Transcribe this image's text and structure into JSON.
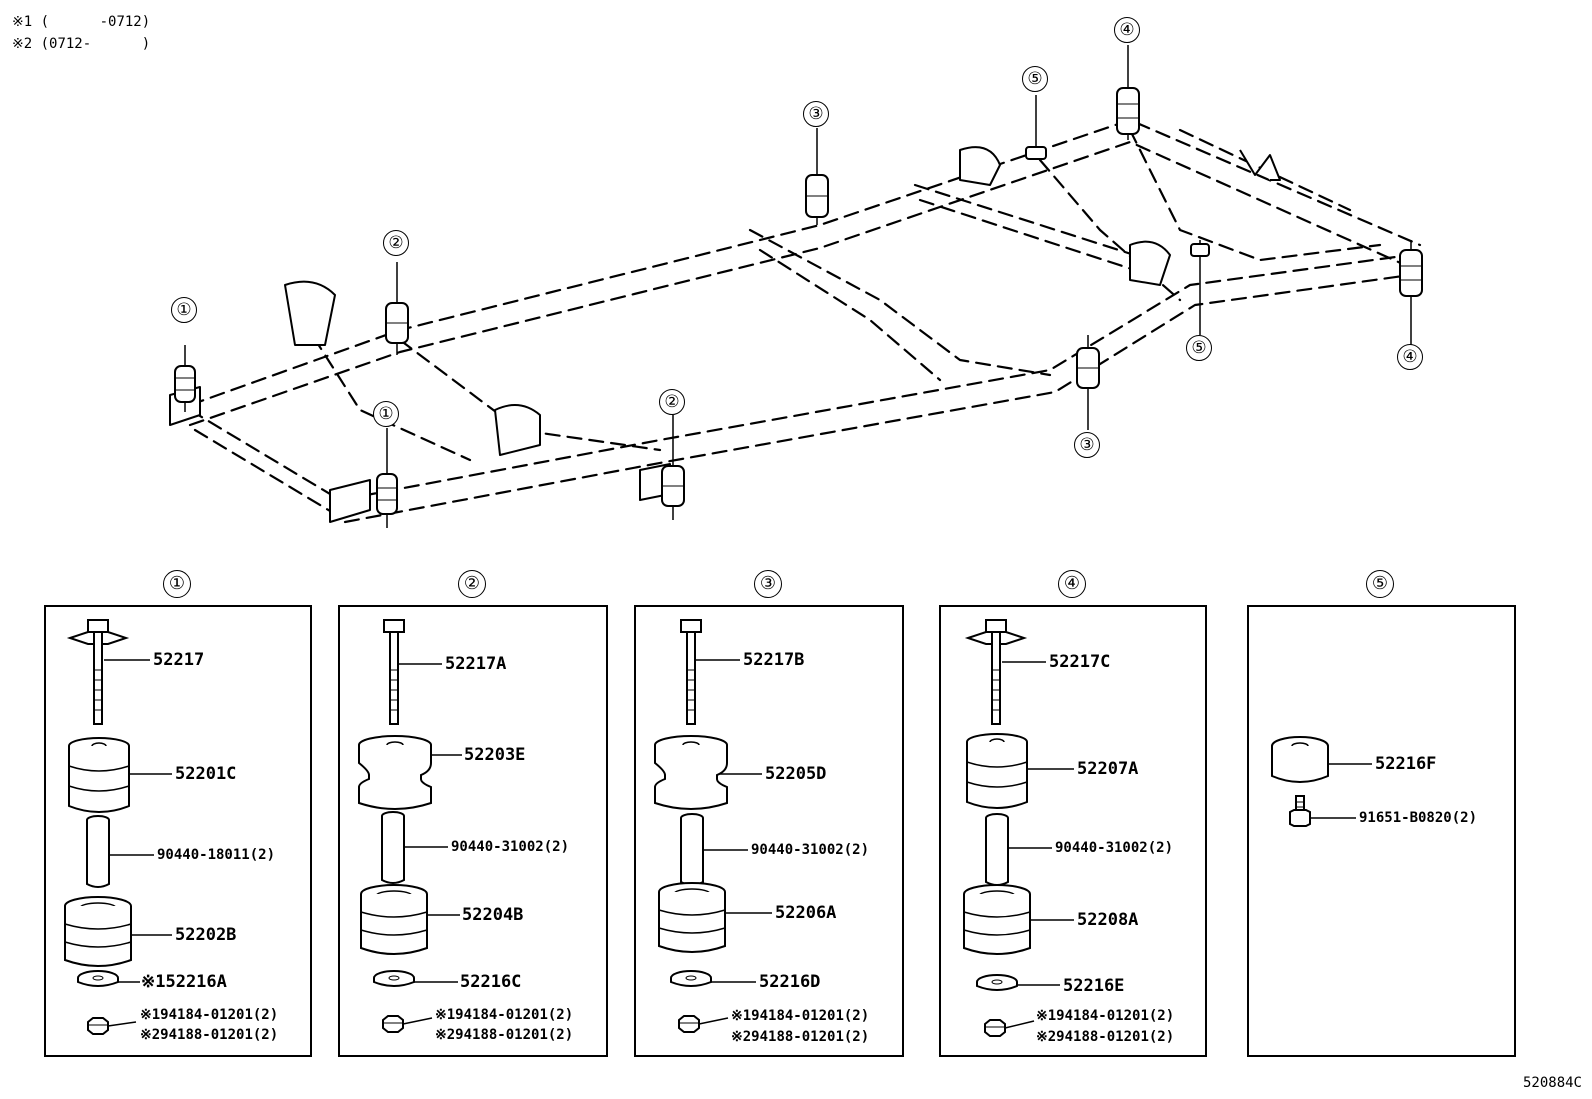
{
  "legend": {
    "line1": "※1 (      -0712)",
    "line2": "※2 (0712-      )"
  },
  "diagram_id": "520884C",
  "callouts": {
    "c1": "①",
    "c2": "②",
    "c3": "③",
    "c4": "④",
    "c5": "⑤"
  },
  "panels": [
    {
      "number": "①",
      "bolt": "52217",
      "upper": "52201C",
      "collar": "90440-18011(2)",
      "lower": "52202B",
      "washer": "※152216A",
      "nut1": "",
      "nut2": "※294188-01201(2)"
    },
    {
      "number": "②",
      "bolt": "52217A",
      "upper": "52203E",
      "collar": "90440-31002(2)",
      "lower": "52204B",
      "washer": "52216C",
      "nut1": "※194184-01201(2)",
      "nut2": "※294188-01201(2)"
    },
    {
      "number": "③",
      "bolt": "52217B",
      "upper": "52205D",
      "collar": "90440-31002(2)",
      "lower": "52206A",
      "washer": "52216D",
      "nut1": "※194184-01201(2)",
      "nut2": "※294188-01201(2)"
    },
    {
      "number": "④",
      "bolt": "52217C",
      "upper": "52207A",
      "collar": "90440-31002(2)",
      "lower": "52208A",
      "washer": "52216E",
      "nut1": "※194184-01201(2)",
      "nut2": "※294188-01201(2)"
    },
    {
      "number": "⑤",
      "cushion": "52216F",
      "screw": "91651-B0820(2)"
    }
  ],
  "panel1_nut1": "※194184-01201(2)"
}
